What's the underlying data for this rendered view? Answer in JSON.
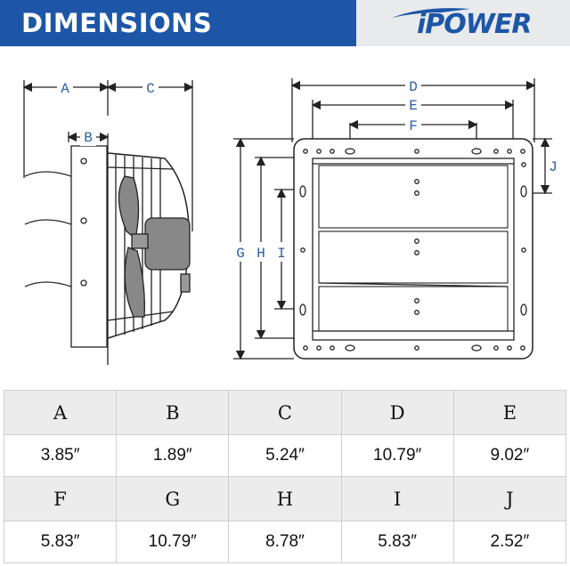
{
  "header": {
    "title": "DIMENSIONS",
    "brand": "iPOWER"
  },
  "diagram": {
    "side_labels": [
      "A",
      "B",
      "C"
    ],
    "front_labels": [
      "D",
      "E",
      "F",
      "G",
      "H",
      "I",
      "J"
    ]
  },
  "table": {
    "row1_letters": [
      "A",
      "B",
      "C",
      "D",
      "E"
    ],
    "row1_values": [
      "3.85″",
      "1.89″",
      "5.24″",
      "10.79″",
      "9.02″"
    ],
    "row2_letters": [
      "F",
      "G",
      "H",
      "I",
      "J"
    ],
    "row2_values": [
      "5.83″",
      "10.79″",
      "8.78″",
      "5.83″",
      "2.52″"
    ]
  }
}
